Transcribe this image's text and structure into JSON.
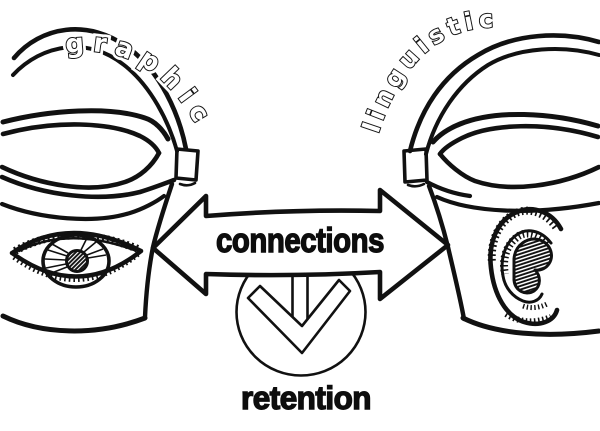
{
  "colors": {
    "ink": "#111111",
    "paper": "#ffffff"
  },
  "diagram": {
    "left_bucket": {
      "label": "graphic",
      "icon": "eye-icon"
    },
    "right_bucket": {
      "label": "linguistic",
      "icon": "ear-icon"
    },
    "center_arrow": {
      "label": "connections",
      "icon": "double-headed-arrow-icon"
    },
    "bottom": {
      "label": "retention",
      "icon": "down-arrow-in-circle-icon"
    }
  }
}
